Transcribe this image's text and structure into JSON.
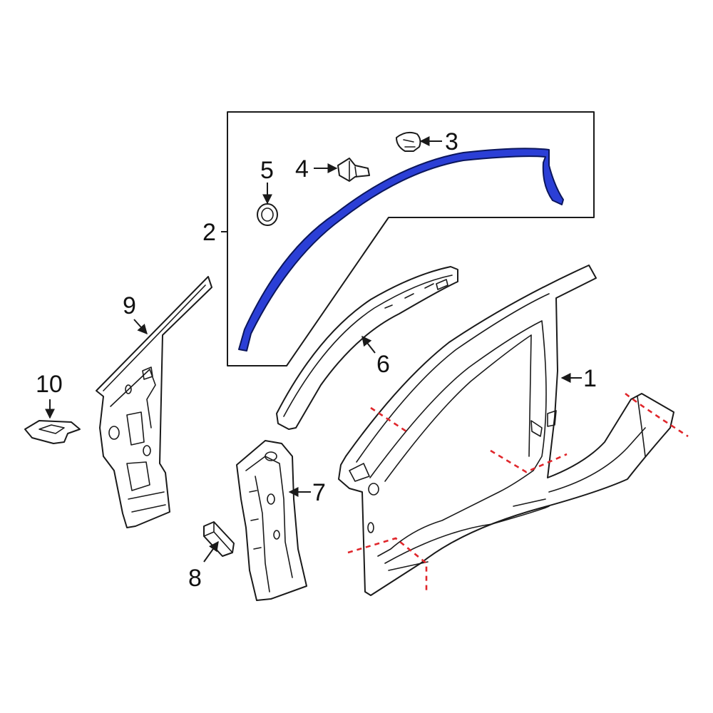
{
  "colors": {
    "highlight_fill": "#2b3fd6",
    "highlight_stroke": "#0b165c",
    "cut_line": "#e0262b",
    "line": "#1a1a1a"
  },
  "callouts": {
    "c1": "1",
    "c2": "2",
    "c3": "3",
    "c4": "4",
    "c5": "5",
    "c6": "6",
    "c7": "7",
    "c8": "8",
    "c9": "9",
    "c10": "10"
  }
}
